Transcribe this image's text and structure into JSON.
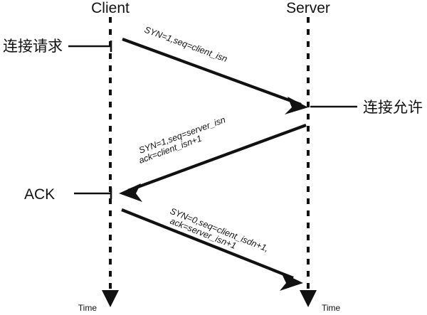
{
  "diagram": {
    "title": "TCP three-way handshake sequence diagram",
    "lifelines": [
      {
        "id": "client",
        "label": "Client",
        "time_label": "Time"
      },
      {
        "id": "server",
        "label": "Server",
        "time_label": "Time"
      }
    ],
    "side_labels": [
      {
        "id": "connect-request",
        "text": "连接请求",
        "side": "left"
      },
      {
        "id": "connect-allow",
        "text": "连接允许",
        "side": "right"
      },
      {
        "id": "ack",
        "text": "ACK",
        "side": "left"
      }
    ],
    "messages": [
      {
        "id": "msg-syn",
        "from": "client",
        "to": "server",
        "line1": "SYN=1,seq=client_isn",
        "line2": ""
      },
      {
        "id": "msg-syn-ack",
        "from": "server",
        "to": "client",
        "line1": "SYN=1,seq=server_isn",
        "line2": "ack=client_isn+1"
      },
      {
        "id": "msg-ack",
        "from": "client",
        "to": "server",
        "line1": "SYN=0,seq=client_isdn+1,",
        "line2": "ack=server_isn+1"
      }
    ],
    "colors": {
      "stroke": "#111111",
      "background": "#ffffff"
    }
  }
}
